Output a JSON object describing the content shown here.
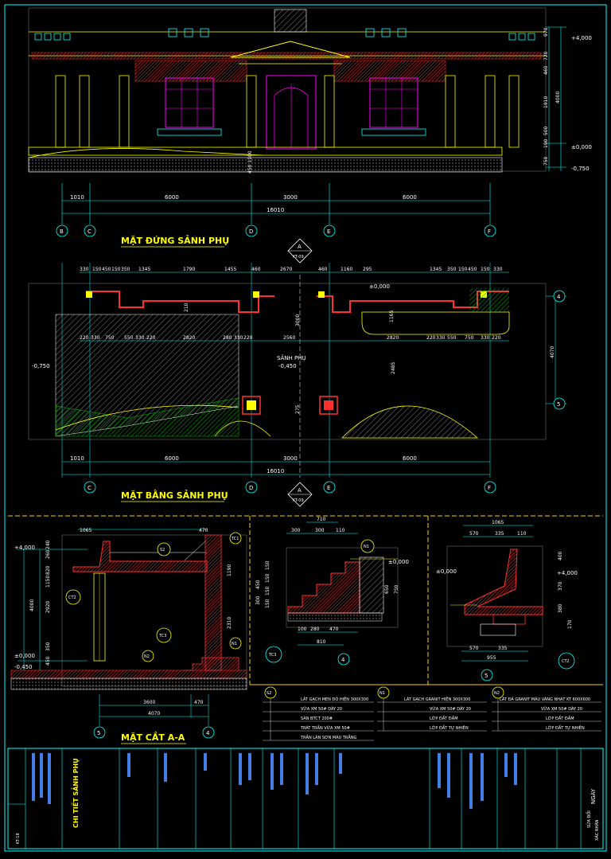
{
  "elevation": {
    "title": "MẶT ĐỨNG SẢNH PHỤ",
    "dims_bottom": [
      "1010",
      "6000",
      "3000",
      "6000"
    ],
    "dim_total": "16010",
    "dims_right": [
      "970",
      "720",
      "460",
      "1910",
      "500",
      "190",
      "750"
    ],
    "dim_right_total": "4000",
    "levels": [
      "+4,000",
      "±0,000",
      "-0,750"
    ],
    "axes": [
      "B",
      "C",
      "D",
      "E",
      "F"
    ],
    "small_dim": "450 1100"
  },
  "plan": {
    "title": "MẶT BẰNG SẢNH PHỤ",
    "room_label": "SẢNH PHỤ",
    "room_level": "-0,450",
    "level_left": "-0,750",
    "level_right": "±0,000",
    "dims_top_left": [
      "330",
      "150",
      "450",
      "150",
      "350",
      "1345",
      "1790",
      "1455",
      "460",
      "2670"
    ],
    "dims_top_right": [
      "460",
      "1160",
      "295",
      "1345",
      "350",
      "150",
      "450",
      "150",
      "330"
    ],
    "dims_inner_left": [
      "220",
      "330",
      "750",
      "550",
      "330",
      "220",
      "2820",
      "280",
      "330",
      "220",
      "2560"
    ],
    "dims_inner_right": [
      "2820",
      "220",
      "330",
      "550",
      "750",
      "330",
      "220"
    ],
    "dims_bottom": [
      "1010",
      "6000",
      "3000",
      "6000"
    ],
    "dim_total": "16010",
    "dims_right": [
      "4070"
    ],
    "dims_vertical": [
      "3000",
      "2485",
      "275",
      "1165",
      "210"
    ],
    "axes_bottom": [
      "C",
      "D",
      "E",
      "F"
    ],
    "axes_right": [
      "4",
      "5"
    ],
    "section_mark": {
      "letter": "A",
      "ref": "KT-09"
    }
  },
  "section": {
    "title": "MẶT CẮT A-A",
    "dims_top": [
      "1065",
      "470"
    ],
    "dims_left": [
      "4000",
      "2920",
      "450",
      "350",
      "1150",
      "260",
      "820",
      "240"
    ],
    "levels": [
      "+4,000",
      "±0,000",
      "-0,450"
    ],
    "dims_bottom": [
      "3600",
      "470",
      "4070"
    ],
    "axes": [
      "5",
      "4"
    ],
    "dims_right": [
      "1190",
      "2310"
    ],
    "bubbles": [
      "S2",
      "CT2",
      "TC3",
      "N2",
      "N1",
      "TC1"
    ]
  },
  "detail1": {
    "dims_top": [
      "710",
      "300",
      "300",
      "110"
    ],
    "dims_left": [
      "450",
      "300",
      "150",
      "150",
      "150",
      "150"
    ],
    "dims_right": [
      "650",
      "750"
    ],
    "dims_bottom": [
      "100",
      "280",
      "470",
      "810"
    ],
    "level": "±0,000",
    "bubble": "N1",
    "callout": "TC3",
    "axis": "4"
  },
  "detail2": {
    "dims_top": [
      "1065",
      "570",
      "335",
      "110"
    ],
    "dims_right": [
      "400",
      "370",
      "380",
      "170"
    ],
    "dims_bottom": [
      "570",
      "335",
      "955"
    ],
    "level_left": "±0,000",
    "level_right": "+4,000",
    "callout": "CT2",
    "axis": "5"
  },
  "notes": [
    {
      "tag": "S2",
      "lines": [
        "LÁT GẠCH MEN ĐỎ HIỆN 300X300",
        "VỮA XM 50# DÀY 20",
        "SÀN BTCT 200#",
        "TRÁT TRẦN VỮA XM 50#",
        "TRẦN LĂN SƠN MÀU TRẮNG"
      ]
    },
    {
      "tag": "N1",
      "lines": [
        "LÁT GẠCH GRANIT HIỆN 300X300",
        "VỮA XM 50# DÀY 20",
        "LỚP ĐẤT ĐẦM",
        "LỚP ĐẤT TỰ NHIÊN"
      ]
    },
    {
      "tag": "N2",
      "lines": [
        "LÁT ĐÁ GRANIT MÀU VÀNG NHẠT KT 600X600",
        "VỮA XM 50# DÀY 20",
        "LỚP ĐẤT ĐẦM",
        "LỚP ĐẤT TỰ NHIÊN"
      ]
    }
  ],
  "titleblock": {
    "drawing_name": "CHI TIẾT SẢNH PHỤ",
    "sheet": "KT-18",
    "right_headers": [
      "NGÀY",
      "SỬA ĐỔI",
      "XÁC NHẬN"
    ]
  },
  "colors": {
    "line": "#00ffff",
    "title": "#ffff00",
    "wall": "#ff3030",
    "hatch": "#00c000",
    "frame": "#ff00ff"
  }
}
